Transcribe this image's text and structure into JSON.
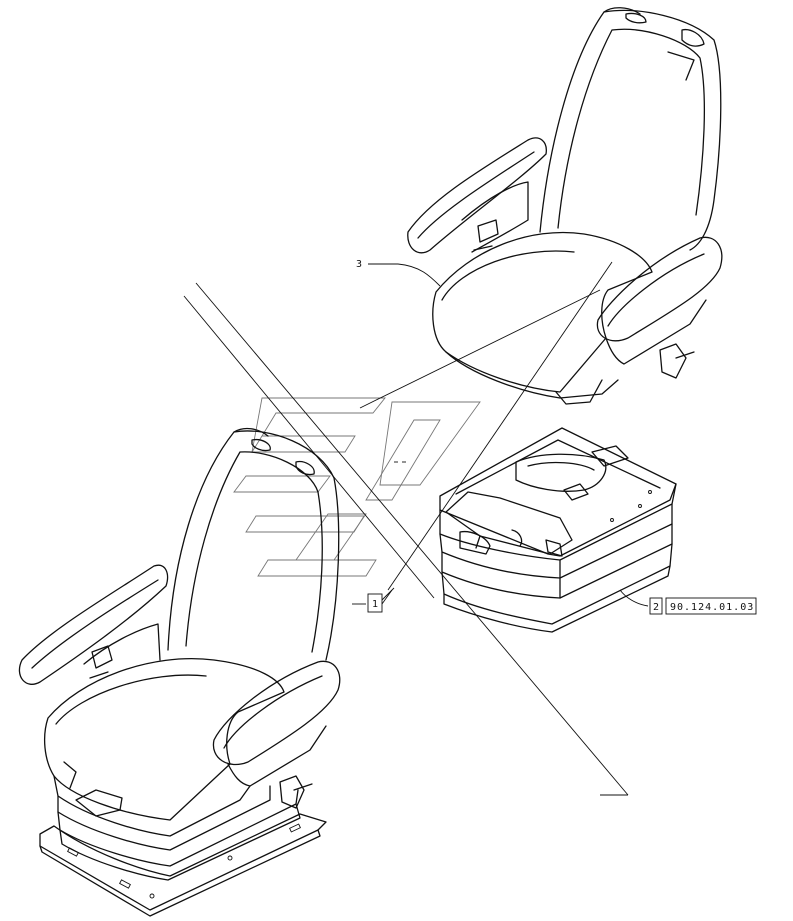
{
  "callouts": {
    "seat_upper": "3",
    "seat_lower": "1",
    "suspension": "2",
    "suspension_ref": "90.124.01.03"
  },
  "watermark": "brand-logo-watermark"
}
